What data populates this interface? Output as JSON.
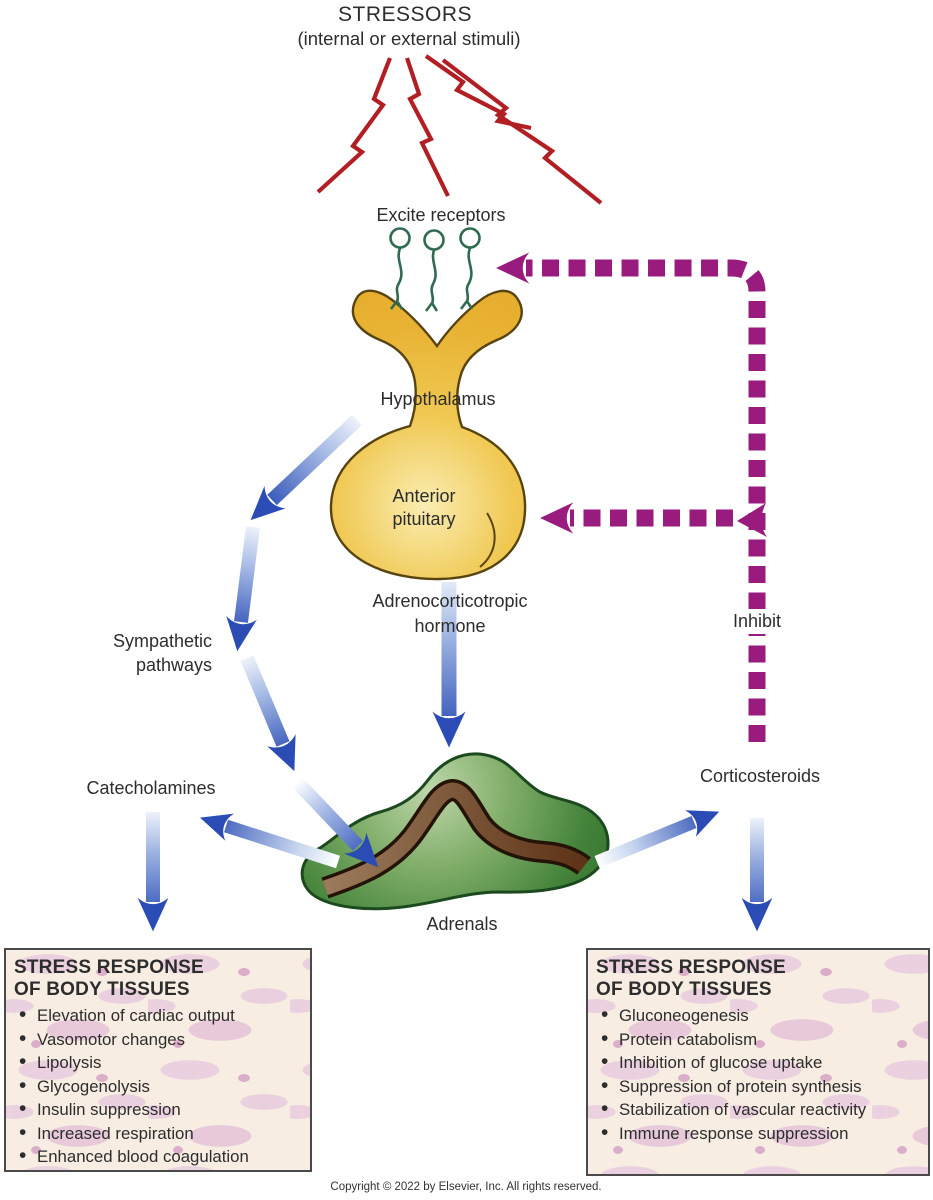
{
  "title": {
    "line1": "STRESSORS",
    "line2": "(internal or external stimuli)"
  },
  "labels": {
    "excite_receptors": "Excite receptors",
    "hypothalamus": "Hypothalamus",
    "anterior_pituitary": "Anterior\npituitary",
    "acth": "Adrenocorticotropic\nhormone",
    "sympathetic_line1": "Sympathetic",
    "sympathetic_line2": "pathways",
    "catecholamines": "Catecholamines",
    "adrenals": "Adrenals",
    "corticosteroids": "Corticosteroids",
    "inhibit": "Inhibit"
  },
  "left_box": {
    "title_line1": "STRESS RESPONSE",
    "title_line2": "OF BODY TISSUES",
    "items": [
      "Elevation of cardiac output",
      "Vasomotor changes",
      "Lipolysis",
      "Glycogenolysis",
      "Insulin suppression",
      "Increased respiration",
      "Enhanced blood coagulation"
    ]
  },
  "right_box": {
    "title_line1": "STRESS RESPONSE",
    "title_line2": "OF BODY TISSUES",
    "items": [
      "Gluconeogenesis",
      "Protein catabolism",
      "Inhibition of glucose uptake",
      "Suppression of protein synthesis",
      "Stabilization of vascular reactivity",
      "Immune response suppression"
    ]
  },
  "footer": {
    "copyright": "Copyright © 2022 by Elsevier, Inc. All rights reserved."
  },
  "colors": {
    "stressor_red": "#B11F24",
    "receptor_green": "#2F6B4F",
    "gland_gold": "#E9B53B",
    "arrow_blue": "#2A4CB4",
    "adrenal_green": "#43823A",
    "medulla_brown": "#6B3A1D",
    "inhibit_purple": "#9A1B7E",
    "box_background": "#F7EDE3",
    "box_blob_pink": "#EBD0DF"
  }
}
